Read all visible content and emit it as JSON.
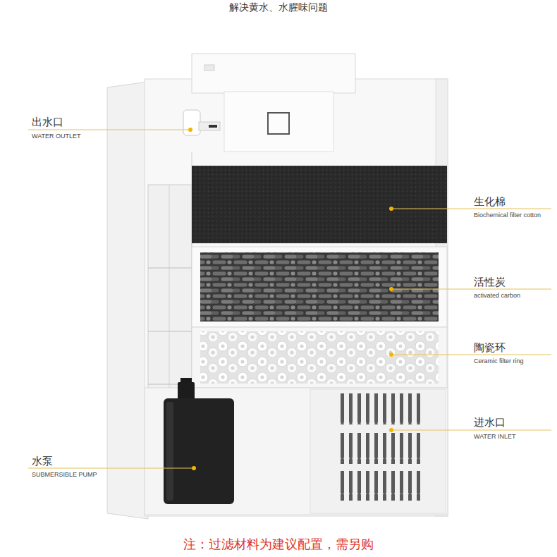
{
  "diagram": {
    "title": "解决黄水、水腥味问题",
    "caption": "注：过滤材料为建议配置，需另购",
    "labels": [
      "出水口",
      "WATER OUTLET",
      "生化棉",
      "Biochemical filter cotton",
      "活性炭",
      "activated carbon",
      "陶瓷环",
      "Ceramic filter ring",
      "进水口",
      "WATER INLET",
      "水泵",
      "SUBMERSIBLE PUMP"
    ]
  }
}
